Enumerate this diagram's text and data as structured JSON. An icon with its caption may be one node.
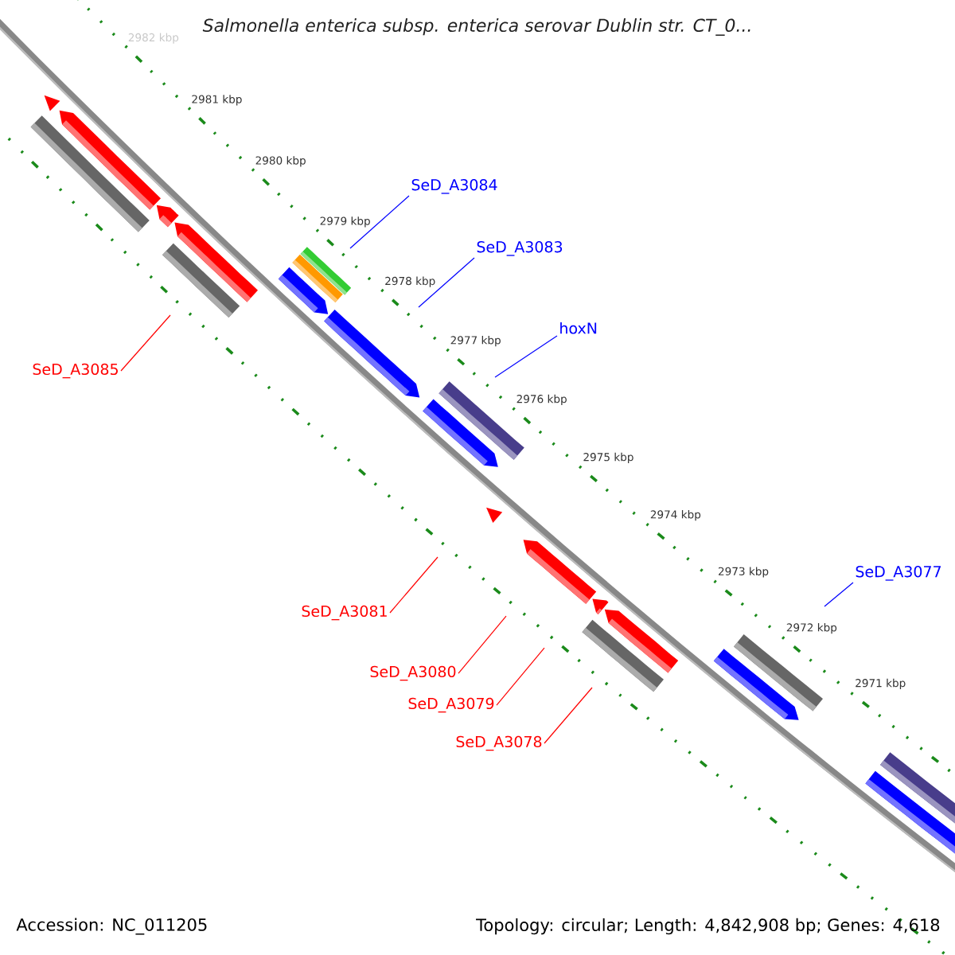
{
  "diagram": {
    "title": "Salmonella enterica subsp. enterica serovar Dublin str. CT_0...",
    "nodes": [
      {
        "text": [
          "SeD_A3084"
        ]
      },
      {
        "text": [
          "SeD_A3083"
        ]
      },
      {
        "text": [
          "hoxN"
        ]
      },
      {
        "text": [
          "SeD_A3085"
        ]
      },
      {
        "text": [
          "SeD_A3077"
        ]
      },
      {
        "text": [
          "SeD_A3081"
        ]
      },
      {
        "text": [
          "SeD_A3080"
        ]
      },
      {
        "text": [
          "SeD_A3079"
        ]
      },
      {
        "text": [
          "SeD_A3078"
        ]
      }
    ],
    "edges": [
      {
        "from": 0,
        "to": null,
        "arrow": "none",
        "color": "#0000ff"
      },
      {
        "from": 1,
        "to": null,
        "arrow": "none",
        "color": "#0000ff"
      },
      {
        "from": 2,
        "to": null,
        "arrow": "none",
        "color": "#0000ff"
      },
      {
        "from": 3,
        "to": null,
        "arrow": "none"
      },
      {
        "from": 4,
        "to": null,
        "arrow": "none",
        "color": "#0000ff"
      },
      {
        "from": 5,
        "to": null,
        "arrow": "none"
      },
      {
        "from": 6,
        "to": null,
        "arrow": "none"
      },
      {
        "from": 7,
        "to": null,
        "arrow": "none"
      },
      {
        "from": 8,
        "to": null,
        "arrow": "none"
      }
    ],
    "labels": [
      "2982 kbp",
      "2981 kbp",
      "2980 kbp",
      "2979 kbp",
      "2978 kbp",
      "2977 kbp",
      "2976 kbp",
      "2975 kbp",
      "2974 kbp",
      "2973 kbp",
      "2972 kbp",
      "2971 kbp",
      "Accession: NC_011205",
      "Topology: circular; Length: 4,842,908 bp; Genes: 4,618"
    ]
  }
}
